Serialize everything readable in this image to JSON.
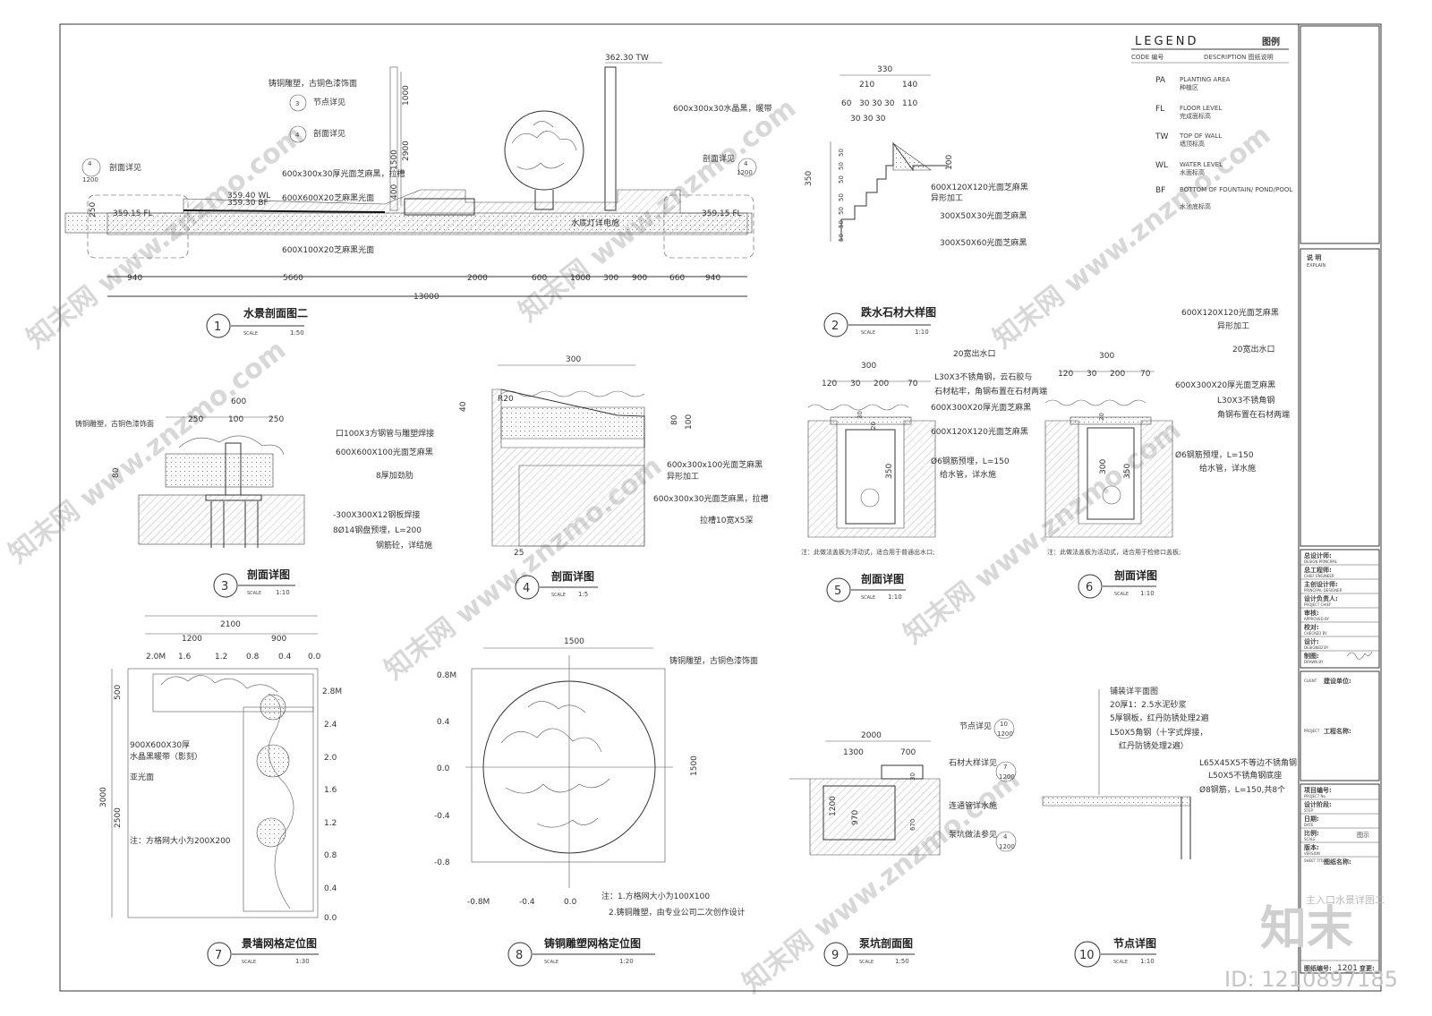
{
  "legend": {
    "title": "LEGEND",
    "title_cn": "图例",
    "code_head": "CODE  编号",
    "desc_head": "DESCRIPTION  图纸说明",
    "items": [
      {
        "code": "PA",
        "en": "PLANTING AREA",
        "cn": "种植区"
      },
      {
        "code": "FL",
        "en": "FLOOR LEVEL",
        "cn": "完成面标高"
      },
      {
        "code": "TW",
        "en": "TOP OF WALL",
        "cn": "墙顶标高"
      },
      {
        "code": "WL",
        "en": "WATER LEVEL",
        "cn": "水面标高"
      },
      {
        "code": "BF",
        "en": "BOTTOM OF FOUNTAIN/ POND/POOL",
        "cn": "水池底标高"
      }
    ]
  },
  "titleblock": {
    "explain_cn": "说  明",
    "explain_en": "EXPLAIN",
    "roles": [
      {
        "cn": "总设计师:",
        "en": "DESIGN PRINCIPAL"
      },
      {
        "cn": "总工程师:",
        "en": "CHIEF ENGINEER"
      },
      {
        "cn": "主创设计师:",
        "en": "PRINCIPAL DESIGNER"
      },
      {
        "cn": "设计负责人:",
        "en": "PROJECT CHIEF"
      },
      {
        "cn": "审核:",
        "en": "APPROVED BY"
      },
      {
        "cn": "校对:",
        "en": "CHECKED BY"
      },
      {
        "cn": "设计:",
        "en": "DESIGNED BY"
      },
      {
        "cn": "制图:",
        "en": "DRAWN BY"
      }
    ],
    "client_label": "CLIENT",
    "client_cn": "建设单位:",
    "project_label": "PROJECT",
    "project_cn": "工程名称:",
    "info": [
      {
        "cn": "项目编号:",
        "en": "PROJECT No."
      },
      {
        "cn": "设计阶段:",
        "en": "STEP"
      },
      {
        "cn": "日期:",
        "en": "DATE"
      },
      {
        "cn": "比例:",
        "en": "SCALE"
      },
      {
        "cn": "版本:",
        "en": "VERSION"
      }
    ],
    "scale_value": "图示",
    "sheet_title_label": "图纸名称:",
    "sheet_title_en": "SHEET TITLE",
    "sheet_title": "主入口水景详图二",
    "sheet_no_label": "图纸编号:",
    "sheet_no": "1201",
    "revision_label": "变更:"
  },
  "watermark": {
    "logo": "知末",
    "id": "ID: 1210897185",
    "text": "知末网 www.znzmo.com"
  },
  "details": [
    {
      "num": "1",
      "title": "水景剖面图二",
      "scale_label": "SCALE",
      "scale": "1:50"
    },
    {
      "num": "2",
      "title": "跌水石材大样图",
      "scale_label": "SCALE",
      "scale": "1:10"
    },
    {
      "num": "3",
      "title": "剖面详图",
      "scale_label": "SCALE",
      "scale": "1:10"
    },
    {
      "num": "4",
      "title": "剖面详图",
      "scale_label": "SCALE",
      "scale": "1:5"
    },
    {
      "num": "5",
      "title": "剖面详图",
      "scale_label": "SCALE",
      "scale": "1:10"
    },
    {
      "num": "6",
      "title": "剖面详图",
      "scale_label": "SCALE",
      "scale": "1:10"
    },
    {
      "num": "7",
      "title": "景墙网格定位图",
      "scale_label": "SCALE",
      "scale": "1:30"
    },
    {
      "num": "8",
      "title": "铸铜雕塑网格定位图",
      "scale_label": "SCALE",
      "scale": "1:20"
    },
    {
      "num": "9",
      "title": "泵坑剖面图",
      "scale_label": "SCALE",
      "scale": "1:50"
    },
    {
      "num": "10",
      "title": "节点详图",
      "scale_label": "SCALE",
      "scale": "1:10"
    }
  ],
  "d1": {
    "elev_tw": "362.30 TW",
    "notes": [
      "铸铜雕塑，古铜色漆饰面",
      "节点详见",
      "剖面详见",
      "600x300x30厚光面芝麻黑，拉槽",
      "600X600X20芝麻黑光面",
      "600X100X20芝麻黑光面",
      "600x300x30水晶黑，暖带",
      "水底灯详电施",
      "剖面详见"
    ],
    "refs": [
      "3",
      "4",
      "4",
      "4"
    ],
    "ref_sheet": "1200",
    "elevs": [
      "359.15 FL",
      "359.40 WL",
      "359.30 BF",
      "359.15 FL"
    ],
    "vdims": [
      "1000",
      "2900",
      "1500",
      "400",
      "250"
    ],
    "dims": [
      "940",
      "5660",
      "2000",
      "600",
      "1000",
      "300",
      "900",
      "660",
      "940"
    ],
    "total": "13000"
  },
  "d2": {
    "dims_top": [
      "330",
      "210",
      "140",
      "60",
      "30",
      "30",
      "30",
      "110",
      "30",
      "30",
      "30"
    ],
    "vdim": "350",
    "vsmall": [
      "50",
      "50",
      "50",
      "50",
      "50",
      "50",
      "50"
    ],
    "right_dim": "100",
    "notes": [
      "600X120X120光面芝麻黑",
      "异形加工",
      "300X50X30光面芝麻黑",
      "300X50X60光面芝麻黑"
    ]
  },
  "d3": {
    "dims": [
      "600",
      "250",
      "100",
      "250"
    ],
    "vdim": "80",
    "notes": [
      "铸铜雕塑，古铜色漆饰面",
      "口100X3方钢管与雕塑焊接",
      "600X600X100光面芝麻黑",
      "8厚加劲肋",
      "-300X300X12钢板焊接",
      "8Ø14钢盘预埋，L=200",
      "钢筋砼，详结施"
    ]
  },
  "d4": {
    "top_dim": "300",
    "vdims": [
      "40",
      "80",
      "100",
      "R20",
      "25"
    ],
    "notes": [
      "600x300x100光面芝麻黑",
      "异形加工",
      "600x300x30光面芝麻黑，拉槽",
      "拉槽10宽X5深"
    ]
  },
  "d5": {
    "dims": [
      "300",
      "120",
      "30",
      "200",
      "70"
    ],
    "vdims": [
      "30",
      "20",
      "350"
    ],
    "notes": [
      "20宽出水口",
      "L30X3不锈角钢，云石胶与",
      "石材粘牢，角钢布置在石材两端",
      "600X300X20厚光面芝麻黑",
      "600X120X120光面芝麻黑",
      "Ø6钢筋预埋，L=150",
      "给水管，详水施"
    ],
    "footnote": "注：此做法盖板为浮动式，适合用于普通出水口;"
  },
  "d6": {
    "dims": [
      "300",
      "120",
      "30",
      "200",
      "70"
    ],
    "vdims": [
      "20",
      "300",
      "350"
    ],
    "notes": [
      "600X120X120光面芝麻黑",
      "异形加工",
      "20宽出水口",
      "600X300X20厚光面芝麻黑",
      "L30X3不锈角钢",
      "角钢布置在石材两端",
      "Ø6钢筋预埋，L=150",
      "给水管，详水施"
    ],
    "footnote": "注：此做法盖板为活动式，适合用于检修口盖板;"
  },
  "d7": {
    "dims": [
      "2100",
      "1200",
      "900"
    ],
    "xticks": [
      "2.0M",
      "1.6",
      "1.2",
      "0.8",
      "0.4",
      "0.0"
    ],
    "yticks": [
      "2.8M",
      "2.4",
      "2.0",
      "1.6",
      "1.2",
      "0.8",
      "0.4",
      "0.0"
    ],
    "vdims": [
      "500",
      "3000",
      "2500"
    ],
    "notes": [
      "900X600X30厚",
      "水晶黑暖带（影刻）",
      "亚光面",
      "注：方格网大小为200X200"
    ]
  },
  "d8": {
    "top_dim": "1500",
    "right_dim": "1500",
    "yticks": [
      "0.8M",
      "0.4",
      "0.0",
      "-0.4",
      "-0.8"
    ],
    "xticks": [
      "-0.8M",
      "-0.4",
      "0.0"
    ],
    "note_top": "铸铜雕塑，古铜色漆饰面",
    "footnotes": [
      "注：1.方格网大小为100X100",
      "2.铸铜雕塑，由专业公司二次创作设计"
    ]
  },
  "d9": {
    "dims": [
      "2000",
      "1300",
      "700"
    ],
    "vdims": [
      "1200",
      "970",
      "30",
      "670"
    ],
    "notes": [
      "节点详见",
      "石材大样详见",
      "连通管详水施",
      "泵坑做法参见"
    ],
    "refs": [
      "10",
      "7",
      "4"
    ],
    "ref_sheet": "1200"
  },
  "d10": {
    "notes": [
      "铺装详平面图",
      "20厚1：2.5水泥砂浆",
      "5厚钢板，红丹防锈处理2遍",
      "L50X5角钢（十字式焊接，",
      "红丹防锈处理2遍）",
      "L65X45X5不等边不锈角钢",
      "L50X5不锈角钢底座",
      "Ø8钢筋，L=150,共8个"
    ]
  }
}
